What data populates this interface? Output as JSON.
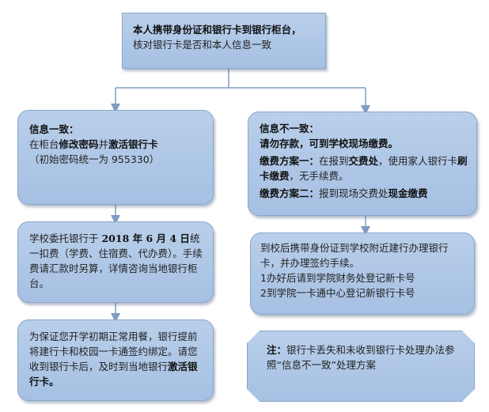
{
  "top_box": {
    "line1_a": "本人携带",
    "line1_b": "身份证",
    "line1_c": "和",
    "line1_d": "银行卡",
    "line1_e": "到",
    "line1_f": "银行柜台",
    "line1_g": "，",
    "line2": "核对银行卡是否和本人信息一致"
  },
  "left_box1": {
    "heading": "信息一致：",
    "line2_a": "在柜台",
    "line2_b": "修改密码",
    "line2_c": "并",
    "line2_d": "激活银行卡",
    "line3": "（初始密码统一为 955330）"
  },
  "left_box2": {
    "part_a": "学校委托银行于 ",
    "part_b": "2018 年 6 月 4 日",
    "part_c": "统一扣费（学费、住宿费、代办费）。手续费请汇款时另算，详情咨询当地银行柜台。"
  },
  "left_box3": {
    "part_a": "为保证您开学初期正常用餐，银行提前将建行卡和校园一卡通签约绑定。请您收到银行卡后，及时到当地银行",
    "part_b": "激活银行卡。"
  },
  "right_box1": {
    "heading": "信息不一致：",
    "line2_a": "请勿存款，可到学校",
    "line2_b": "现场缴费。",
    "plan1_label": "缴费方案一：",
    "plan1_a": "在报到",
    "plan1_b": "交费处",
    "plan1_c": "，使用家人银行卡",
    "plan1_d": "刷卡缴费",
    "plan1_e": "，无手续费。",
    "plan2_label": "缴费方案二：",
    "plan2_a": "报到现场交费处",
    "plan2_b": "现金缴费"
  },
  "right_box2": {
    "line1": "到校后携带身份证到学校附近建行办理银行卡，并办理签约手续。",
    "line2": "1办好后请到学院财务处登记新卡号",
    "line3": "2到学院一卡通中心登记新银行卡号"
  },
  "note_box": {
    "label": "注：",
    "text": "银行卡丢失和未收到银行卡处理办法参照“信息不一致”处理方案"
  },
  "colors": {
    "box_fill": "#b0c8e7",
    "box_border": "#8aa6c9",
    "connector": "#7f9cc4"
  }
}
